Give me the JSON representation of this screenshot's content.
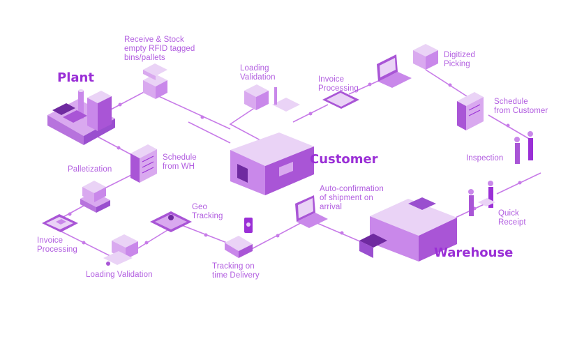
{
  "colors": {
    "line": "#c77be8",
    "label": "#b25ee0",
    "heading": "#9a2fd6",
    "light": "#ead3f6",
    "mid": "#d9a9ef",
    "dark": "#a955d6",
    "deep": "#6f2aa0"
  },
  "nodes": {
    "plant": "Plant",
    "customer": "Customer",
    "warehouse": "Warehouse"
  },
  "steps": {
    "receive_stock": "Receive & Stock\nempty RFID tagged\nbins/pallets",
    "loading_validation_top": "Loading\nValidation",
    "invoice_processing_top": "Invoice\nProcessing",
    "digitized_picking": "Digitized\nPicking",
    "schedule_customer": "Schedule\nfrom Customer",
    "schedule_wh": "Schedule\nfrom WH",
    "palletization": "Palletization",
    "inspection": "Inspection",
    "geo_tracking": "Geo\nTracking",
    "auto_confirmation": "Auto-confirmation\nof shipment on\narrival",
    "quick_receipt": "Quick\nReceipt",
    "invoice_processing_bottom": "Invoice\nProcessing",
    "tracking_delivery": "Tracking on\ntime Delivery",
    "loading_validation_bottom": "Loading Validation"
  }
}
